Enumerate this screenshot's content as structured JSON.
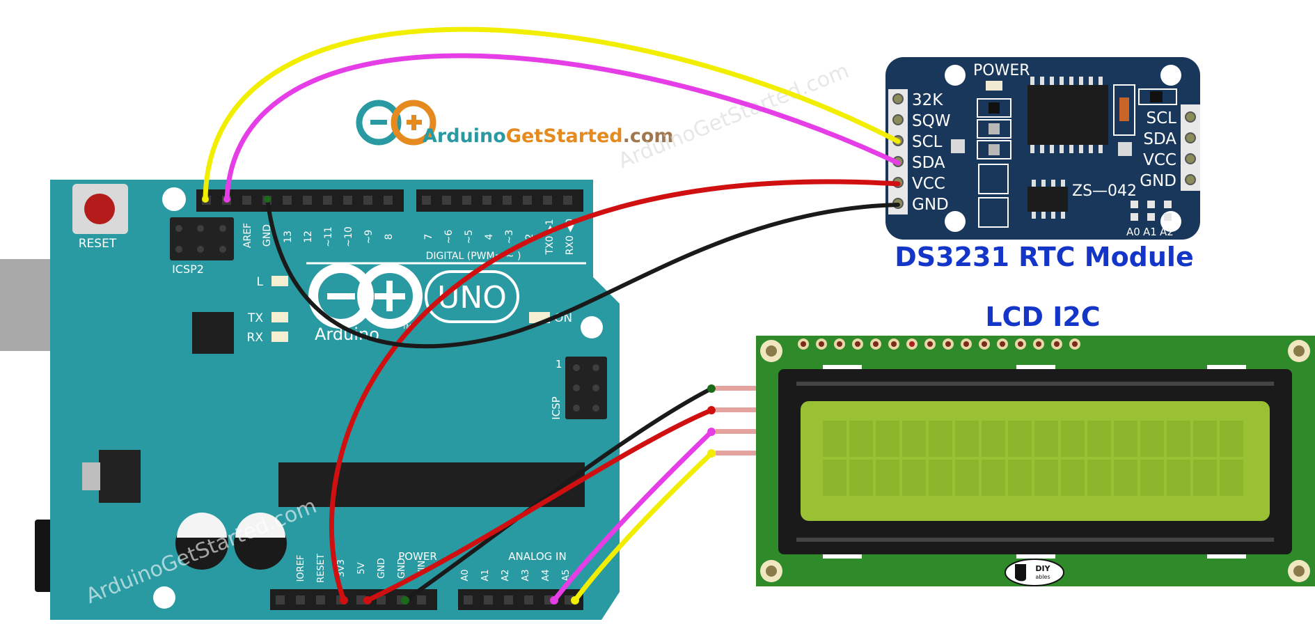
{
  "logo": {
    "text_main": "Arduino",
    "text_get": "Get",
    "text_started": "Started",
    "text_com": ".com"
  },
  "watermarks": [
    "ArduinoGetStarted.com",
    "ArduinoGetStarted.com"
  ],
  "arduino": {
    "reset_label": "RESET",
    "icsp2_label": "ICSP2",
    "aref_label": "AREF",
    "gnd_label": "GND",
    "digital_pins": [
      "13",
      "12",
      "~11",
      "~10",
      "~9",
      "8",
      "7",
      "~6",
      "~5",
      "4",
      "~3",
      "2",
      "TX0 ▶1",
      "RX0 ◀0"
    ],
    "digital_label": "DIGITAL (PWM= ~ )",
    "l_label": "L",
    "tx_label": "TX",
    "rx_label": "RX",
    "on_label": "ON",
    "uno_label": "UNO",
    "brand_label": "Arduino",
    "tm_label": "TM",
    "icsp_label": "ICSP",
    "icsp_one": "1",
    "power_label": "POWER",
    "analog_label": "ANALOG IN",
    "power_pins": [
      "IOREF",
      "RESET",
      "3V3",
      "5V",
      "GND",
      "GND",
      "VIN"
    ],
    "analog_pins": [
      "A0",
      "A1",
      "A2",
      "A3",
      "A4",
      "A5"
    ]
  },
  "rtc": {
    "title": "DS3231 RTC Module",
    "left_pins": [
      "32K",
      "SQW",
      "SCL",
      "SDA",
      "VCC",
      "GND"
    ],
    "right_pins": [
      "SCL",
      "SDA",
      "VCC",
      "GND"
    ],
    "power_label": "POWER",
    "chip_label": "ZS—042",
    "addr_labels": [
      "A0",
      "A1",
      "A2"
    ]
  },
  "lcd": {
    "title": "LCD I2C",
    "brand_top": "DIY",
    "brand_bottom": "ables",
    "columns": 16,
    "rows": 2
  },
  "colors": {
    "arduino_board": "#2a9aa2",
    "rtc_board": "#18375a",
    "lcd_pcb": "#2f8a2a",
    "lcd_screen": "#9ac133",
    "title_blue": "#1436c8",
    "wire_yellow": "#f2ee00",
    "wire_magenta": "#e63ee6",
    "wire_red": "#d01010",
    "wire_black": "#1a1a1a"
  },
  "wires": [
    {
      "name": "scl-wire",
      "color": "yellow"
    },
    {
      "name": "sda-wire",
      "color": "magenta"
    },
    {
      "name": "vcc-wire",
      "color": "red"
    },
    {
      "name": "gnd-wire",
      "color": "black"
    }
  ]
}
